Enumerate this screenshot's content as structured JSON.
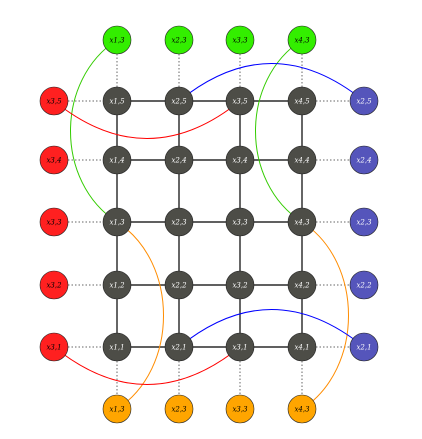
{
  "colors": {
    "grid_node": "#4d4d47",
    "top_node": "#33ee00",
    "bottom_node": "#ffa500",
    "left_node": "#ff2020",
    "right_node": "#5555bb",
    "edge": "#000000",
    "dotted": "#666666",
    "arc_green": "#33cc00",
    "arc_orange": "#ff8c00",
    "arc_red": "#ff0000",
    "arc_blue": "#0000ff"
  },
  "grid_labels": [
    [
      "x1,5",
      "x2,5",
      "x3,5",
      "x4,5"
    ],
    [
      "x1,4",
      "x2,4",
      "x3,4",
      "x4,4"
    ],
    [
      "x1,3",
      "x2,3",
      "x3,3",
      "x4,3"
    ],
    [
      "x1,2",
      "x2,2",
      "x3,2",
      "x4,2"
    ],
    [
      "x1,1",
      "x2,1",
      "x3,1",
      "x4,1"
    ]
  ],
  "top_labels": [
    "x1,3",
    "x2,3",
    "x3,3",
    "x4,3"
  ],
  "bottom_labels": [
    "x1,3",
    "x2,3",
    "x3,3",
    "x4,3"
  ],
  "left_labels": [
    "x3,5",
    "x3,4",
    "x3,3",
    "x3,2",
    "x3,1"
  ],
  "right_labels": [
    "x2,5",
    "x2,4",
    "x2,3",
    "x2,2",
    "x2,1"
  ],
  "arcs": [
    {
      "color": "arc_green",
      "from": [
        "top",
        0
      ],
      "to": [
        "grid",
        2,
        0
      ],
      "side": "left"
    },
    {
      "color": "arc_green",
      "from": [
        "top",
        3
      ],
      "to": [
        "grid",
        2,
        3
      ],
      "side": "left"
    },
    {
      "color": "arc_orange",
      "from": [
        "grid",
        2,
        0
      ],
      "to": [
        "bottom",
        0
      ],
      "side": "right"
    },
    {
      "color": "arc_orange",
      "from": [
        "grid",
        2,
        3
      ],
      "to": [
        "bottom",
        3
      ],
      "side": "right"
    },
    {
      "color": "arc_red",
      "from": [
        "left",
        0
      ],
      "to": [
        "grid",
        0,
        2
      ],
      "side": "below"
    },
    {
      "color": "arc_red",
      "from": [
        "left",
        4
      ],
      "to": [
        "grid",
        4,
        2
      ],
      "side": "below"
    },
    {
      "color": "arc_blue",
      "from": [
        "grid",
        0,
        1
      ],
      "to": [
        "right",
        0
      ],
      "side": "above"
    },
    {
      "color": "arc_blue",
      "from": [
        "grid",
        4,
        1
      ],
      "to": [
        "right",
        4
      ],
      "side": "above"
    }
  ]
}
